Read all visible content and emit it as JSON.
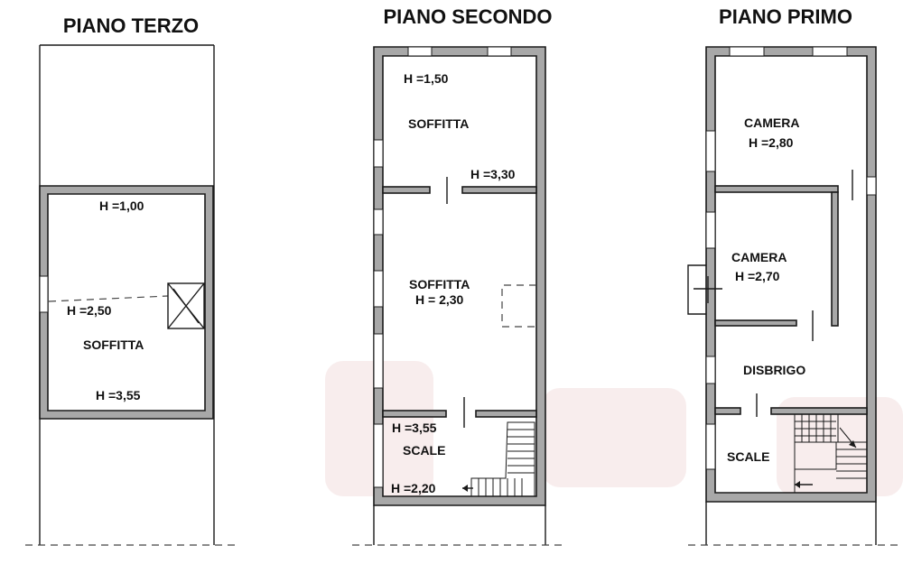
{
  "floors": [
    {
      "title": "PIANO TERZO",
      "labels": [
        "H =1,00",
        "H =2,50",
        "SOFFITTA",
        "H =3,55"
      ]
    },
    {
      "title": "PIANO SECONDO",
      "labels": [
        "H =1,50",
        "SOFFITTA",
        "H =3,30",
        "SOFFITTA",
        "H = 2,30",
        "H =3,55",
        "SCALE",
        "H =2,20"
      ]
    },
    {
      "title": "PIANO PRIMO",
      "labels": [
        "CAMERA",
        "H =2,80",
        "CAMERA",
        "H =2,70",
        "DISBRIGO",
        "SCALE"
      ]
    }
  ]
}
